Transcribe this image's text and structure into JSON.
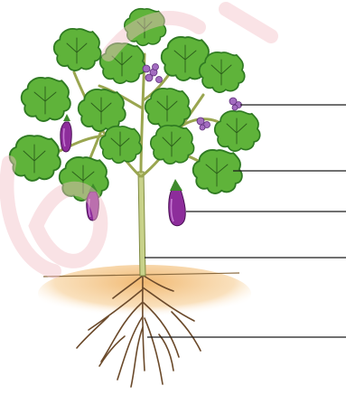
{
  "diagram": {
    "subject": "plant",
    "colors": {
      "leaf": "#5fb33a",
      "leaf_dark": "#2f7a22",
      "vein": "#2b5e1a",
      "stem": "#c8d28a",
      "stem_outline": "#7f8a42",
      "fruit": "#8d2d9b",
      "fruit_highlight": "#c77ad4",
      "fruit_cap": "#3e8a2c",
      "flower": "#a36cc0",
      "soil": "#f2c27e",
      "root": "#6b4a2b",
      "pointer_line": "#1a1a1a",
      "watermark": "#f3c0c7"
    },
    "label_lines": [
      {
        "name": "flower-line"
      },
      {
        "name": "leaf-line"
      },
      {
        "name": "fruit-line"
      },
      {
        "name": "stem-line"
      },
      {
        "name": "root-line"
      }
    ]
  }
}
